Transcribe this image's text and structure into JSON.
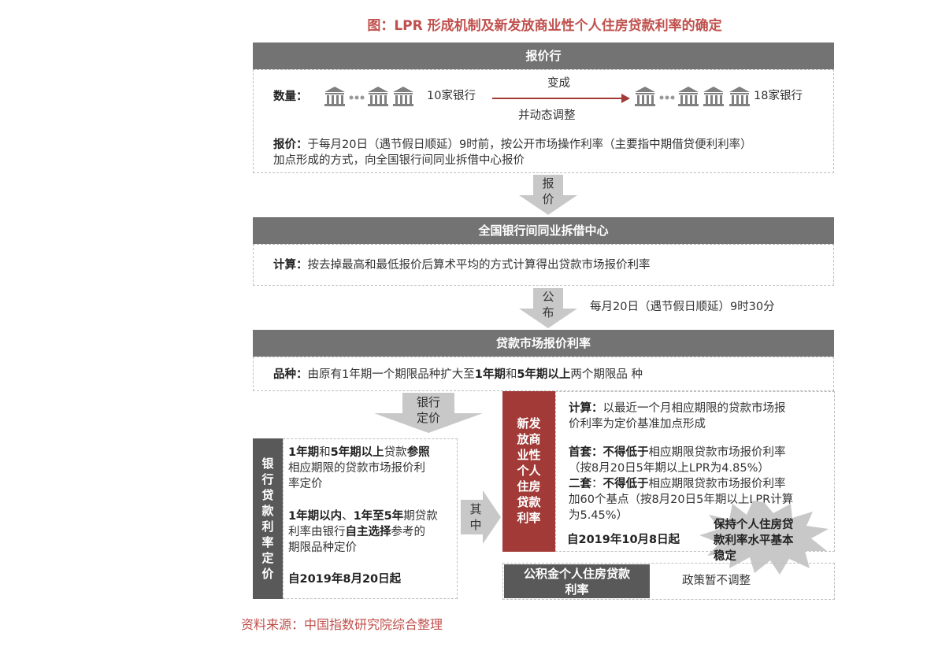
{
  "title": "图：LPR 形成机制及新发放商业性个人住房贷款利率的确定",
  "section1": {
    "header": "报价行",
    "quantity_label": "数量：",
    "banks_before": "10家银行",
    "change_top": "变成",
    "change_bottom": "并动态调整",
    "banks_after": "18家银行",
    "quote_label": "报价：",
    "quote_line1": "于每月20日（遇节假日顺延）9时前，按公开市场操作利率（主要指中期借贷便利利率）",
    "quote_line2": "加点形成的方式，向全国银行间同业拆借中心报价"
  },
  "arrow1": {
    "char1": "报",
    "char2": "价"
  },
  "section2": {
    "header": "全国银行间同业拆借中心",
    "calc_label": "计算：",
    "calc_text": "按去掉最高和最低报价后算术平均的方式计算得出贷款市场报价利率"
  },
  "arrow2": {
    "char1": "公",
    "char2": "布",
    "note": "每月20日（遇节假日顺延）9时30分"
  },
  "section3": {
    "header": "贷款市场报价利率",
    "variety_label": "品种：",
    "variety_t1": "由原有1年期一个期限品种扩大至",
    "variety_b1": "1年期",
    "variety_t2": "和",
    "variety_b2": "5年期以上",
    "variety_t3": "两个期限品 种"
  },
  "arrow3": {
    "line1": "银行",
    "line2": "定价"
  },
  "bank_pricing": {
    "vertical_label": "银行贷款利率定价",
    "p1_b1": "1年期",
    "p1_t1": "和",
    "p1_b2": "5年期以上",
    "p1_t2": "贷款",
    "p1_b3": "参照",
    "p1_line2": "相应期限的贷款市场报价利",
    "p1_line3": "率定价",
    "p2_b1": "1年期以内",
    "p2_t1": "、",
    "p2_b2": "1年至5年",
    "p2_t2": "期贷款",
    "p2_t3": "利率由银行",
    "p2_b3": "自主选择",
    "p2_t4": "参考的",
    "p2_line3": "期限品种定价",
    "date": "自2019年8月20日起"
  },
  "arrow4": {
    "char1": "其",
    "char2": "中"
  },
  "new_loans": {
    "vertical_label": "新发放商业性个人住房贷款利率",
    "calc_label": "计算：",
    "calc_line1": "以最近一个月相应期限的贷款市场报",
    "calc_line2": "价利率为定价基准加点形成",
    "first_label": "首套：",
    "first_b": "不得低于",
    "first_t": "相应期限贷款市场报价利率",
    "first_line2": "（按8月20日5年期以上LPR为4.85%）",
    "second_label": "二套",
    "second_sep": "：",
    "second_b": "不得低于",
    "second_t": "相应期限贷款市场报价利率",
    "second_line2": "加60个基点（按8月20日5年期以上LPR计算",
    "second_line3": "为5.45%）",
    "date": "自2019年10月8日起",
    "burst_line1": "保持个人住房贷",
    "burst_line2": "款利率水平基本",
    "burst_line3": "稳定"
  },
  "provident_fund": {
    "label_line1": "公积金个人住房贷款",
    "label_line2": "利率",
    "status": "政策暂不调整"
  },
  "source": "资料来源：中国指数研究院综合整理"
}
